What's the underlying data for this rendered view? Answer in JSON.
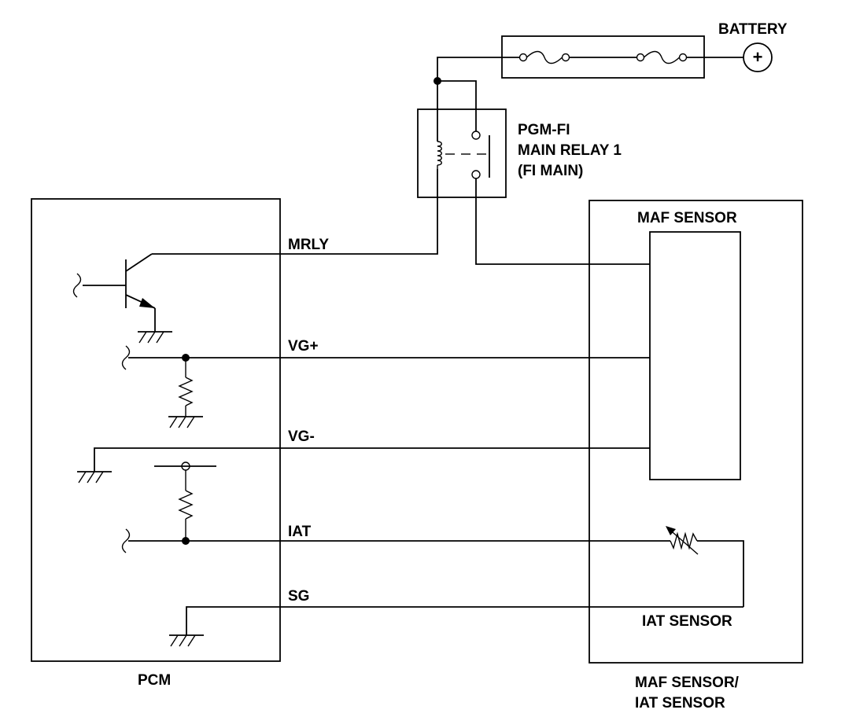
{
  "labels": {
    "battery": "BATTERY",
    "battery_symbol": "+",
    "relay_line1": "PGM-FI",
    "relay_line2": "MAIN RELAY 1",
    "relay_line3": "(FI MAIN)",
    "maf_sensor": "MAF SENSOR",
    "iat_sensor": "IAT SENSOR",
    "pcm": "PCM",
    "module_line1": "MAF SENSOR/",
    "module_line2": "IAT SENSOR"
  },
  "wires": {
    "mrly": "MRLY",
    "vg_plus": "VG+",
    "vg_minus": "VG-",
    "iat": "IAT",
    "sg": "SG"
  }
}
